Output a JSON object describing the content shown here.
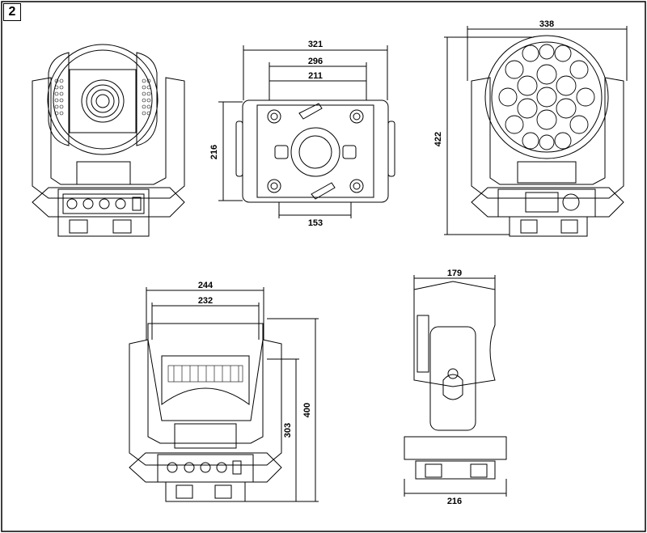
{
  "figure_number": "2",
  "views": {
    "front": {},
    "bottom": {
      "dims": {
        "width_outer": "321",
        "width_mid": "296",
        "width_inner": "211",
        "height": "216",
        "base": "153"
      }
    },
    "lens": {
      "dims": {
        "width": "338",
        "height": "422"
      }
    },
    "back": {
      "dims": {
        "width_outer": "244",
        "width_inner": "232",
        "height_total": "400",
        "height_yoke": "303"
      }
    },
    "side": {
      "dims": {
        "depth": "179",
        "base": "216"
      }
    }
  }
}
